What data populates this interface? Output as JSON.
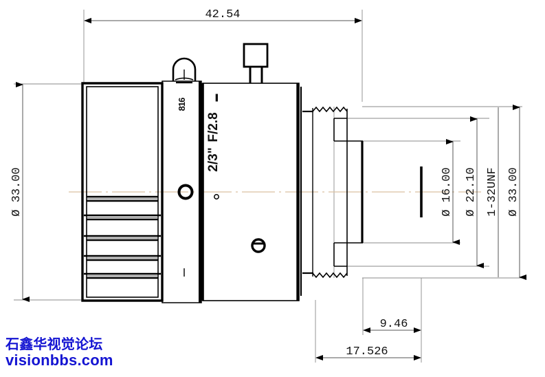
{
  "title": "Lens mechanical dimension drawing",
  "watermark": {
    "line1": "石鑫华视觉论坛",
    "line2": "visionbbs.com",
    "color": "#1414d2"
  },
  "dimensions": {
    "overall_length": "42.54",
    "outer_diameter_left": "Ø 33.00",
    "bore_16": "Ø 16.00",
    "bore_22": "Ø 22.10",
    "thread_spec": "1-32UNF",
    "outer_diameter_right": "Ø 33.00",
    "mount_step": "9.46",
    "mount_length": "17.526"
  },
  "engravings": {
    "aperture": "F/2.8",
    "format": "2/3\"",
    "scale_small": "816",
    "mark_small": "▬"
  },
  "colors": {
    "line": "#000000",
    "thin_line": "#7a7a7a",
    "center_line": "#d9c0a0",
    "background": "#ffffff"
  }
}
